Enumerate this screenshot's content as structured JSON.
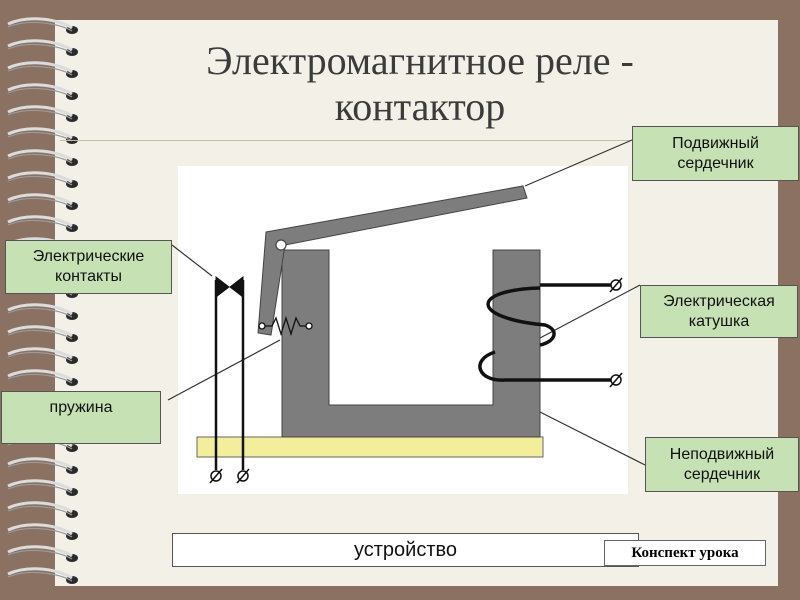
{
  "title_line1": "Электромагнитное реле -",
  "title_line2": "контактор",
  "labels": {
    "moving_core": "Подвижный сердечник",
    "contacts": "Электрические контакты",
    "coil": "Электрическая катушка",
    "spring": "пружина",
    "fixed_core": "Неподвижный сердечник"
  },
  "bottom_caption": "устройство",
  "button": "Конспект урока",
  "colors": {
    "label_bg": "#c6e1b4",
    "core_gray": "#7d7d7d",
    "base_yellow": "#f3ee9c",
    "background": "#8a7162"
  }
}
